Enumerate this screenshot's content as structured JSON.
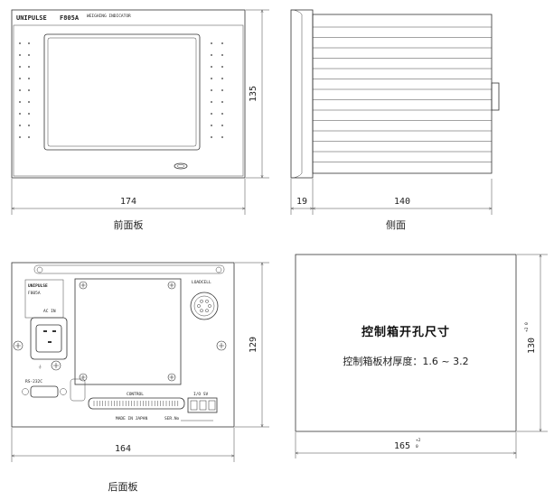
{
  "front": {
    "brand": "UNIPULSE",
    "model": "F805A",
    "model_sub": "WEIGHING INDICATOR",
    "width_dim": "174",
    "height_dim": "135",
    "caption": "前面板"
  },
  "side": {
    "depth_front_dim": "19",
    "depth_body_dim": "140",
    "caption": "侧面"
  },
  "rear": {
    "brand": "UNIPULSE",
    "model": "F805A",
    "loadcell_label": "LOADCELL",
    "ac_in_label": "AC IN",
    "rs232c_label": "RS-232C",
    "control_label": "CONTROL",
    "io_label": "I/O  SV",
    "made_in": "MADE IN JAPAN",
    "ser_label": "SER.No",
    "width_dim": "164",
    "height_dim": "129",
    "caption": "后面板"
  },
  "cutout": {
    "title": "控制箱开孔尺寸",
    "note": "控制箱板材厚度：1.6 ~ 3.2",
    "width_dim": "165",
    "width_tol": "+2\n0",
    "height_dim": "130",
    "height_tol": "+2\n0"
  }
}
